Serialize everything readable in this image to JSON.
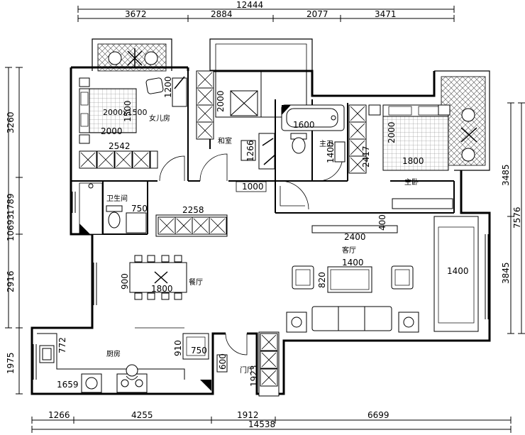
{
  "dimensions": {
    "top_total": "12444",
    "top_segments": [
      "3672",
      "2884",
      "2077",
      "3471"
    ],
    "bottom_total": "14538",
    "bottom_segments": [
      "1266",
      "4255",
      "1912",
      "6699"
    ],
    "left_segments": [
      "3260",
      "1789",
      "2916",
      "1975"
    ],
    "left_total": "10693",
    "right_segments": [
      "3485",
      "3845"
    ],
    "right_total": "7576"
  },
  "rooms": {
    "daughter_room": "女儿房",
    "japanese_room": "和室",
    "master_bath": "主卫",
    "master_bedroom": "主卧",
    "bathroom": "卫生间",
    "living_room": "客厅",
    "dining_room": "餐厅",
    "kitchen": "厨房",
    "entrance": "门厅"
  },
  "furniture_dims": {
    "daughter_bed_width": "2000",
    "daughter_bed_length": "1500",
    "daughter_wardrobe": "2542",
    "daughter_desk": "1200",
    "bed_label": "2000x1500",
    "japanese_width": "2000",
    "japanese_cabinet": "1266",
    "japanese_opening": "1000",
    "master_bath_tub": "1600",
    "master_bath_depth": "1400",
    "master_wardrobe": "2417",
    "master_bed_length": "2000",
    "master_bed_width": "1800",
    "bathroom_sink": "750",
    "hall_cabinet": "2258",
    "tv_cabinet": "2400",
    "tv_cabinet_depth": "400",
    "coffee_table": "1400",
    "coffee_table_depth": "820",
    "sofa_length": "1400",
    "dining_table": "1800",
    "dining_depth": "900",
    "kitchen_counter_depth": "772",
    "kitchen_counter": "1659",
    "fridge_width": "750",
    "fridge_depth": "910",
    "shoe_cabinet_depth": "600",
    "entrance_cabinet": "1923"
  }
}
